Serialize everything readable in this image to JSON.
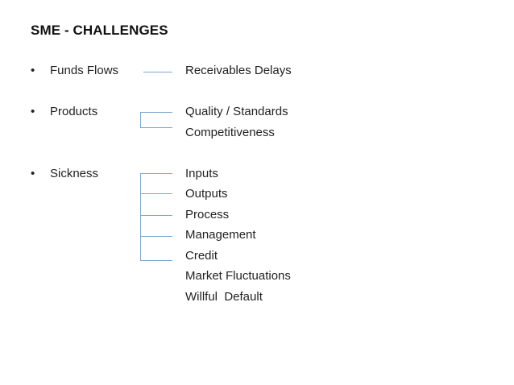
{
  "slide": {
    "title": "SME - CHALLENGES",
    "bullet_glyph": "•",
    "groups": [
      {
        "label": "Funds Flows",
        "items": [
          "Receivables Delays"
        ]
      },
      {
        "label": "Products",
        "items": [
          "Quality / Standards",
          "Competitiveness"
        ]
      },
      {
        "label": "Sickness",
        "items": [
          "Inputs",
          "Outputs",
          "Process",
          "Management",
          "Credit",
          "Market Fluctuations",
          "Willful  Default"
        ]
      }
    ],
    "connector_color": "#7fa6cf"
  }
}
